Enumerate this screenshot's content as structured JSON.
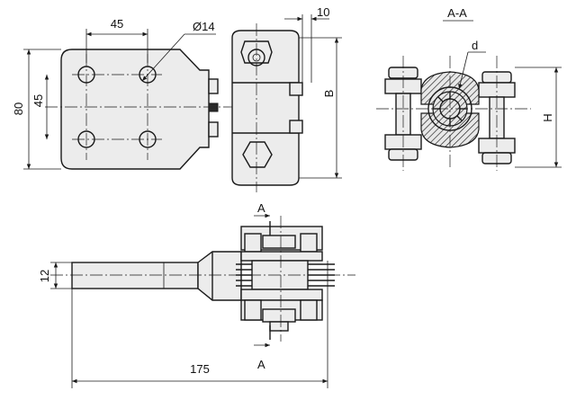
{
  "dimensions": {
    "hole_spacing_h": "45",
    "hole_diameter": "Ø14",
    "plate_height": "80",
    "hole_spacing_v": "45",
    "clamp_depth": "10",
    "body_height": "B",
    "section_height": "H",
    "conductor_diameter": "d",
    "rod_diameter": "12",
    "overall_length": "175"
  },
  "section": {
    "title": "A-A",
    "marker_top": "A",
    "marker_bottom": "A"
  }
}
